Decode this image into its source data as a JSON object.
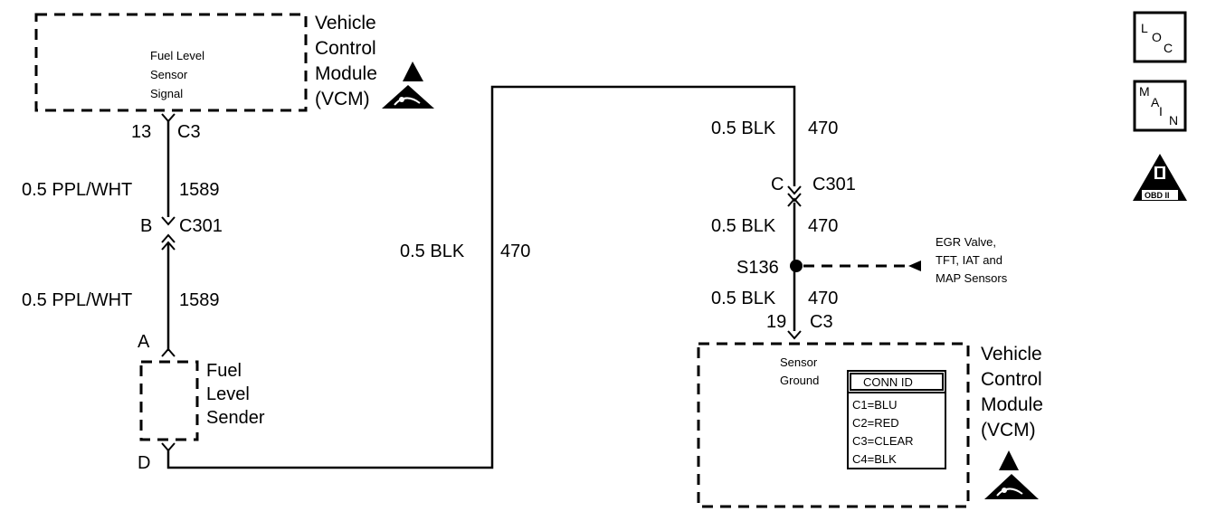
{
  "vcm_top": {
    "title_lines": [
      "Vehicle",
      "Control",
      "Module",
      "(VCM)"
    ],
    "signal_lines": [
      "Fuel Level",
      "Sensor",
      "Signal"
    ]
  },
  "left_circuit": {
    "pin_c3_num": "13",
    "pin_c3_conn": "C3",
    "wire1_gauge": "0.5 PPL/WHT",
    "wire1_circuit": "1589",
    "c301_pin": "B",
    "c301_conn": "C301",
    "wire2_gauge": "0.5 PPL/WHT",
    "wire2_circuit": "1589",
    "sender_pin_a": "A",
    "sender_pin_d": "D",
    "sender_lines": [
      "Fuel",
      "Level",
      "Sender"
    ]
  },
  "middle_wire": {
    "gauge": "0.5 BLK",
    "circuit": "470"
  },
  "right_circuit": {
    "wire1_gauge": "0.5 BLK",
    "wire1_circuit": "470",
    "c301_pin": "C",
    "c301_conn": "C301",
    "wire2_gauge": "0.5 BLK",
    "wire2_circuit": "470",
    "splice": "S136",
    "splice_dest_lines": [
      "EGR Valve,",
      "TFT, IAT and",
      "MAP Sensors"
    ],
    "wire3_gauge": "0.5 BLK",
    "wire3_circuit": "470",
    "pin_c3_num": "19",
    "pin_c3_conn": "C3"
  },
  "vcm_bottom": {
    "title_lines": [
      "Vehicle",
      "Control",
      "Module",
      "(VCM)"
    ],
    "ground_lines": [
      "Sensor",
      "Ground"
    ],
    "conn_id_title": "CONN ID",
    "conn_id_items": [
      "C1=BLU",
      "C2=RED",
      "C3=CLEAR",
      "C4=BLK"
    ]
  },
  "side_icons": {
    "loc": [
      "L",
      "O",
      "C"
    ],
    "main": [
      "M",
      "A",
      "I",
      "N"
    ],
    "obd": "OBD II"
  }
}
